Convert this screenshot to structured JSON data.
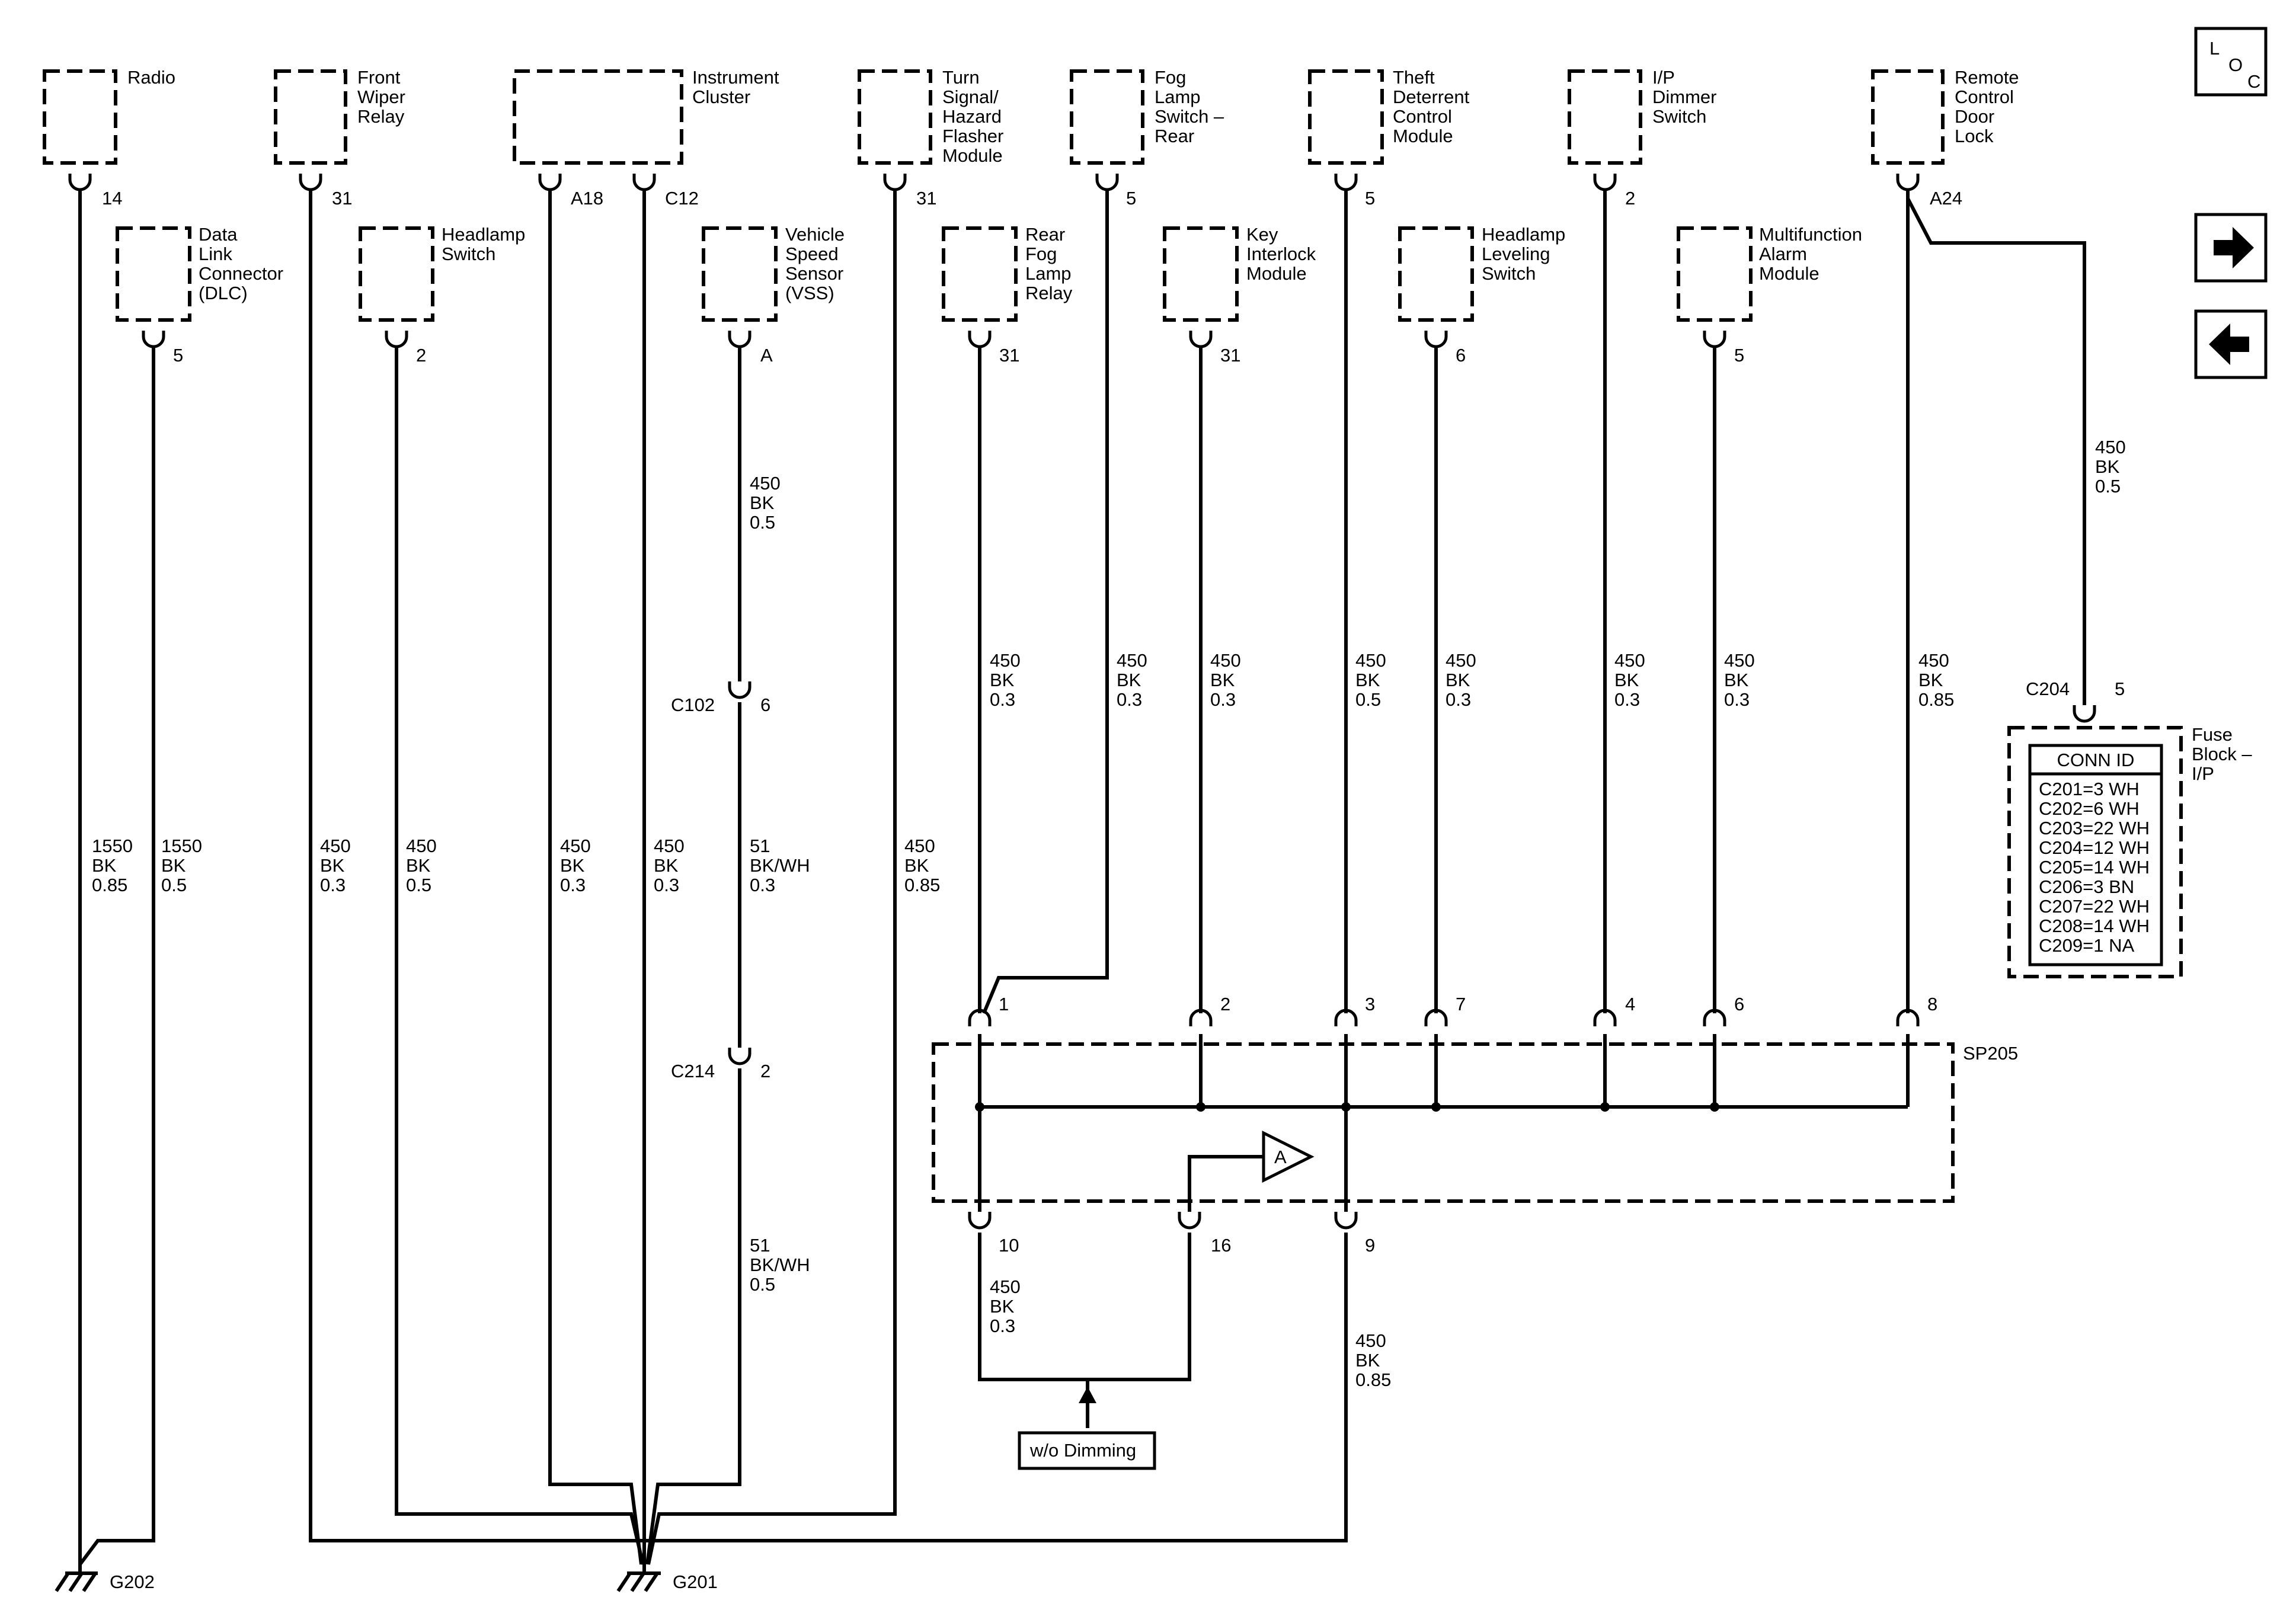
{
  "components": [
    {
      "id": "radio",
      "label": [
        "Radio"
      ],
      "pin": "14"
    },
    {
      "id": "front-wiper-relay",
      "label": [
        "Front",
        "Wiper",
        "Relay"
      ],
      "pin": "31"
    },
    {
      "id": "instrument-cluster",
      "label": [
        "Instrument",
        "Cluster"
      ],
      "pins": [
        "A18",
        "C12"
      ]
    },
    {
      "id": "turn-signal-module",
      "label": [
        "Turn",
        "Signal/",
        "Hazard",
        "Flasher",
        "Module"
      ],
      "pin": "31"
    },
    {
      "id": "fog-lamp-switch-rear",
      "label": [
        "Fog",
        "Lamp",
        "Switch –",
        "Rear"
      ],
      "pin": "5"
    },
    {
      "id": "theft-deterrent-module",
      "label": [
        "Theft",
        "Deterrent",
        "Control",
        "Module"
      ],
      "pin": "5"
    },
    {
      "id": "ip-dimmer-switch",
      "label": [
        "I/P",
        "Dimmer",
        "Switch"
      ],
      "pin": "2"
    },
    {
      "id": "remote-control-door-lock",
      "label": [
        "Remote",
        "Control",
        "Door",
        "Lock"
      ],
      "pin": "A24"
    },
    {
      "id": "data-link-connector",
      "label": [
        "Data",
        "Link",
        "Connector",
        "(DLC)"
      ],
      "pin": "5"
    },
    {
      "id": "headlamp-switch",
      "label": [
        "Headlamp",
        "Switch"
      ],
      "pin": "2"
    },
    {
      "id": "vehicle-speed-sensor",
      "label": [
        "Vehicle",
        "Speed",
        "Sensor",
        "(VSS)"
      ],
      "pin": "A"
    },
    {
      "id": "rear-fog-lamp-relay",
      "label": [
        "Rear",
        "Fog",
        "Lamp",
        "Relay"
      ],
      "pin": "31"
    },
    {
      "id": "key-interlock-module",
      "label": [
        "Key",
        "Interlock",
        "Module"
      ],
      "pin": "31"
    },
    {
      "id": "headlamp-leveling-switch",
      "label": [
        "Headlamp",
        "Leveling",
        "Switch"
      ],
      "pin": "6"
    },
    {
      "id": "multifunction-alarm-module",
      "label": [
        "Multifunction",
        "Alarm",
        "Module"
      ],
      "pin": "5"
    }
  ],
  "wires": [
    {
      "id": "radio",
      "circuit": [
        "1550",
        "BK",
        "0.85"
      ]
    },
    {
      "id": "dlc",
      "circuit": [
        "1550",
        "BK",
        "0.5"
      ]
    },
    {
      "id": "front-wiper",
      "circuit": [
        "450",
        "BK",
        "0.3"
      ]
    },
    {
      "id": "headlamp-switch",
      "circuit": [
        "450",
        "BK",
        "0.5"
      ]
    },
    {
      "id": "cluster-a18",
      "circuit": [
        "450",
        "BK",
        "0.3"
      ]
    },
    {
      "id": "cluster-c12",
      "circuit": [
        "450",
        "BK",
        "0.3"
      ]
    },
    {
      "id": "vss-upper",
      "circuit": [
        "450",
        "BK",
        "0.5"
      ]
    },
    {
      "id": "vss-middle",
      "circuit": [
        "51",
        "BK/WH",
        "0.3"
      ]
    },
    {
      "id": "vss-lower",
      "circuit": [
        "51",
        "BK/WH",
        "0.5"
      ]
    },
    {
      "id": "turn-signal",
      "circuit": [
        "450",
        "BK",
        "0.85"
      ]
    },
    {
      "id": "rear-fog-relay",
      "circuit": [
        "450",
        "BK",
        "0.3"
      ]
    },
    {
      "id": "fog-switch-rear",
      "circuit": [
        "450",
        "BK",
        "0.3"
      ]
    },
    {
      "id": "key-interlock",
      "circuit": [
        "450",
        "BK",
        "0.3"
      ]
    },
    {
      "id": "theft-deterrent",
      "circuit": [
        "450",
        "BK",
        "0.5"
      ]
    },
    {
      "id": "headlamp-leveling",
      "circuit": [
        "450",
        "BK",
        "0.3"
      ]
    },
    {
      "id": "ip-dimmer",
      "circuit": [
        "450",
        "BK",
        "0.3"
      ]
    },
    {
      "id": "multifunction-alarm",
      "circuit": [
        "450",
        "BK",
        "0.3"
      ]
    },
    {
      "id": "remote-door-lock",
      "circuit": [
        "450",
        "BK",
        "0.85"
      ]
    },
    {
      "id": "fuse-feed",
      "circuit": [
        "450",
        "BK",
        "0.5"
      ]
    },
    {
      "id": "sp205-pin10",
      "circuit": [
        "450",
        "BK",
        "0.3"
      ]
    },
    {
      "id": "sp205-pin9",
      "circuit": [
        "450",
        "BK",
        "0.85"
      ]
    }
  ],
  "connectors": {
    "c102": {
      "name": "C102",
      "pin": "6"
    },
    "c214": {
      "name": "C214",
      "pin": "2"
    },
    "c204": {
      "name": "C204",
      "pin": "5"
    }
  },
  "splice": {
    "name": "SP205",
    "top_pins": [
      "1",
      "2",
      "3",
      "7",
      "4",
      "6",
      "8"
    ],
    "bottom_pins": [
      "10",
      "16",
      "9"
    ],
    "ref_arrow": "A"
  },
  "fuse_block": {
    "label": [
      "Fuse",
      "Block –",
      "I/P"
    ],
    "conn_id_header": "CONN ID",
    "conn_ids": [
      "C201=3 WH",
      "C202=6 WH",
      "C203=22 WH",
      "C204=12 WH",
      "C205=14 WH",
      "C206=3 BN",
      "C207=22 WH",
      "C208=14 WH",
      "C209=1 NA"
    ]
  },
  "option_note": "w/o Dimming",
  "grounds": {
    "g202": "G202",
    "g201": "G201"
  },
  "loc_button": {
    "l": "L",
    "o": "O",
    "c": "C"
  },
  "nav": {
    "next": "next-page",
    "previous": "previous-page"
  }
}
